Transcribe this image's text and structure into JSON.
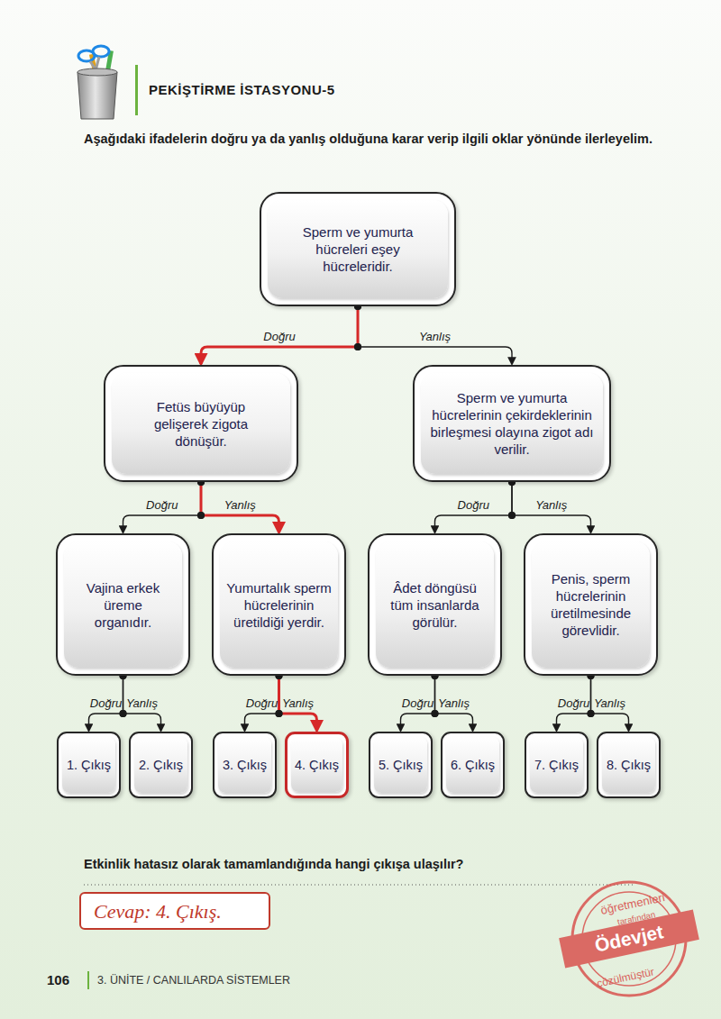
{
  "diagram": {
    "title": "PEKİŞTİRME İSTASYONU-5",
    "nodes": [
      {
        "text": [
          "Sperm ve yumurta hücreleri eşey hücreleridir."
        ]
      },
      {
        "text": [
          "Fetüs büyüyüp gelişerek zigota dönüşür."
        ]
      },
      {
        "text": [
          "Sperm ve yumurta hücrelerinin çekirdeklerinin birleşmesi olayına zigot adı verilir."
        ]
      },
      {
        "text": [
          "Vajina erkek üreme organıdır."
        ]
      },
      {
        "text": [
          "Yumurtalık sperm hücrelerinin üretildiği yerdir."
        ]
      },
      {
        "text": [
          "Âdet döngüsü tüm insanlarda görülür."
        ]
      },
      {
        "text": [
          "Penis, sperm hücrelerinin üretilmesinde görevlidir."
        ]
      },
      {
        "text": [
          "1. Çıkış"
        ]
      },
      {
        "text": [
          "2. Çıkış"
        ]
      },
      {
        "text": [
          "3. Çıkış"
        ]
      },
      {
        "text": [
          "4. Çıkış"
        ]
      },
      {
        "text": [
          "5. Çıkış"
        ]
      },
      {
        "text": [
          "6. Çıkış"
        ]
      },
      {
        "text": [
          "7. Çıkış"
        ]
      },
      {
        "text": [
          "8. Çıkış"
        ]
      },
      {
        "text": [
          "Cevap: 4. Çıkış."
        ]
      }
    ],
    "edges": [
      {
        "from": 0,
        "to": 1,
        "label": "Doğru",
        "arrow": "to"
      },
      {
        "from": 0,
        "to": 2,
        "label": "Yanlış",
        "arrow": "to"
      },
      {
        "from": 1,
        "to": 3,
        "label": "Doğru",
        "arrow": "to"
      },
      {
        "from": 1,
        "to": 4,
        "label": "Yanlış",
        "arrow": "to"
      },
      {
        "from": 2,
        "to": 5,
        "label": "Doğru",
        "arrow": "to"
      },
      {
        "from": 2,
        "to": 6,
        "label": "Yanlış",
        "arrow": "to"
      },
      {
        "from": 3,
        "to": 7,
        "label": "Doğru",
        "arrow": "to"
      },
      {
        "from": 3,
        "to": 8,
        "label": "Yanlış",
        "arrow": "to"
      },
      {
        "from": 4,
        "to": 9,
        "label": "Doğru",
        "arrow": "to"
      },
      {
        "from": 4,
        "to": 10,
        "label": "Yanlış",
        "arrow": "to"
      },
      {
        "from": 5,
        "to": 11,
        "label": "Doğru",
        "arrow": "to"
      },
      {
        "from": 5,
        "to": 12,
        "label": "Yanlış",
        "arrow": "to"
      },
      {
        "from": 6,
        "to": 13,
        "label": "Doğru",
        "arrow": "to"
      },
      {
        "from": 6,
        "to": 14,
        "label": "Yanlış",
        "arrow": "to"
      }
    ],
    "labels": [
      "Aşağıdaki ifadelerin doğru ya da yanlış olduğuna karar verip ilgili oklar yönünde ilerleyelim.",
      "Etkinlik hatasız olarak tamamlandığında hangi çıkışa ulaşılır?",
      "öğretmenleri",
      "tarafından",
      "Ödevjet",
      "çözülmüştür",
      "106",
      "3. ÜNİTE / CANLILARDA SİSTEMLER"
    ]
  }
}
